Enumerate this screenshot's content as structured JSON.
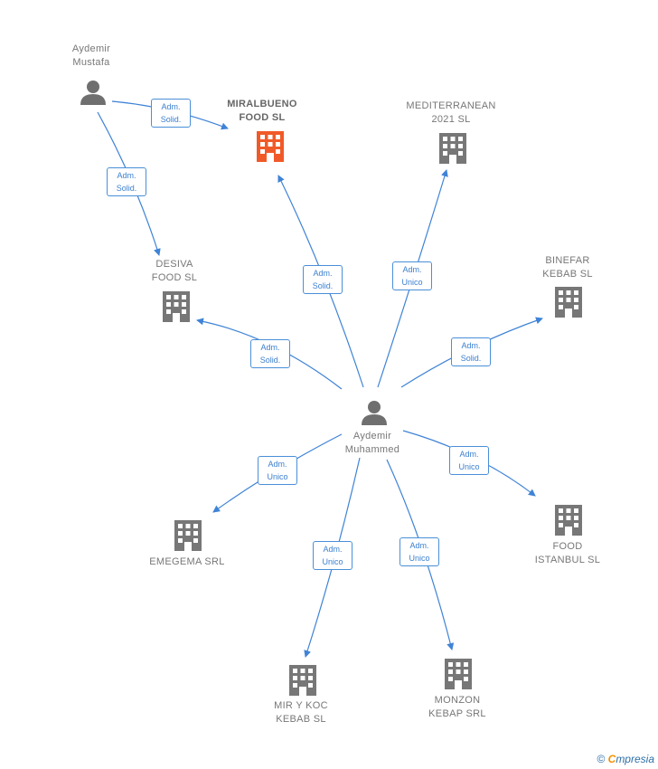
{
  "nodes": {
    "aydemir_mustafa": {
      "line1": "Aydemir",
      "line2": "Mustafa"
    },
    "aydemir_muhammed": {
      "line1": "Aydemir",
      "line2": "Muhammed"
    },
    "miralbueno": {
      "line1": "MIRALBUENO",
      "line2": "FOOD  SL"
    },
    "mediterranean": {
      "line1": "MEDITERRANEAN",
      "line2": "2021  SL"
    },
    "desiva": {
      "line1": "DESIVA",
      "line2": "FOOD  SL"
    },
    "binefar": {
      "line1": "BINEFAR",
      "line2": "KEBAB  SL"
    },
    "emegema": {
      "line1": "EMEGEMA SRL"
    },
    "food_istanbul": {
      "line1": "FOOD",
      "line2": "ISTANBUL  SL"
    },
    "mir_y_koc": {
      "line1": "MIR Y KOC",
      "line2": "KEBAB  SL"
    },
    "monzon": {
      "line1": "MONZON",
      "line2": "KEBAP SRL"
    }
  },
  "edges": {
    "mustafa_miralbueno": {
      "line1": "Adm.",
      "line2": "Solid."
    },
    "mustafa_desiva": {
      "line1": "Adm.",
      "line2": "Solid."
    },
    "muhammed_miralbueno": {
      "line1": "Adm.",
      "line2": "Solid."
    },
    "muhammed_mediterranean": {
      "line1": "Adm.",
      "line2": "Unico"
    },
    "muhammed_desiva": {
      "line1": "Adm.",
      "line2": "Solid."
    },
    "muhammed_binefar": {
      "line1": "Adm.",
      "line2": "Solid."
    },
    "muhammed_emegema": {
      "line1": "Adm.",
      "line2": "Unico"
    },
    "muhammed_food_istanbul": {
      "line1": "Adm.",
      "line2": "Unico"
    },
    "muhammed_mir_y_koc": {
      "line1": "Adm.",
      "line2": "Unico"
    },
    "muhammed_monzon": {
      "line1": "Adm.",
      "line2": "Unico"
    }
  },
  "footer": {
    "copyright": "©",
    "brand_first": "C",
    "brand_rest": "mpresia"
  },
  "colors": {
    "edge": "#3f83d6",
    "building": "#777777",
    "building_highlight": "#f05a28",
    "person": "#6f6f6f"
  }
}
